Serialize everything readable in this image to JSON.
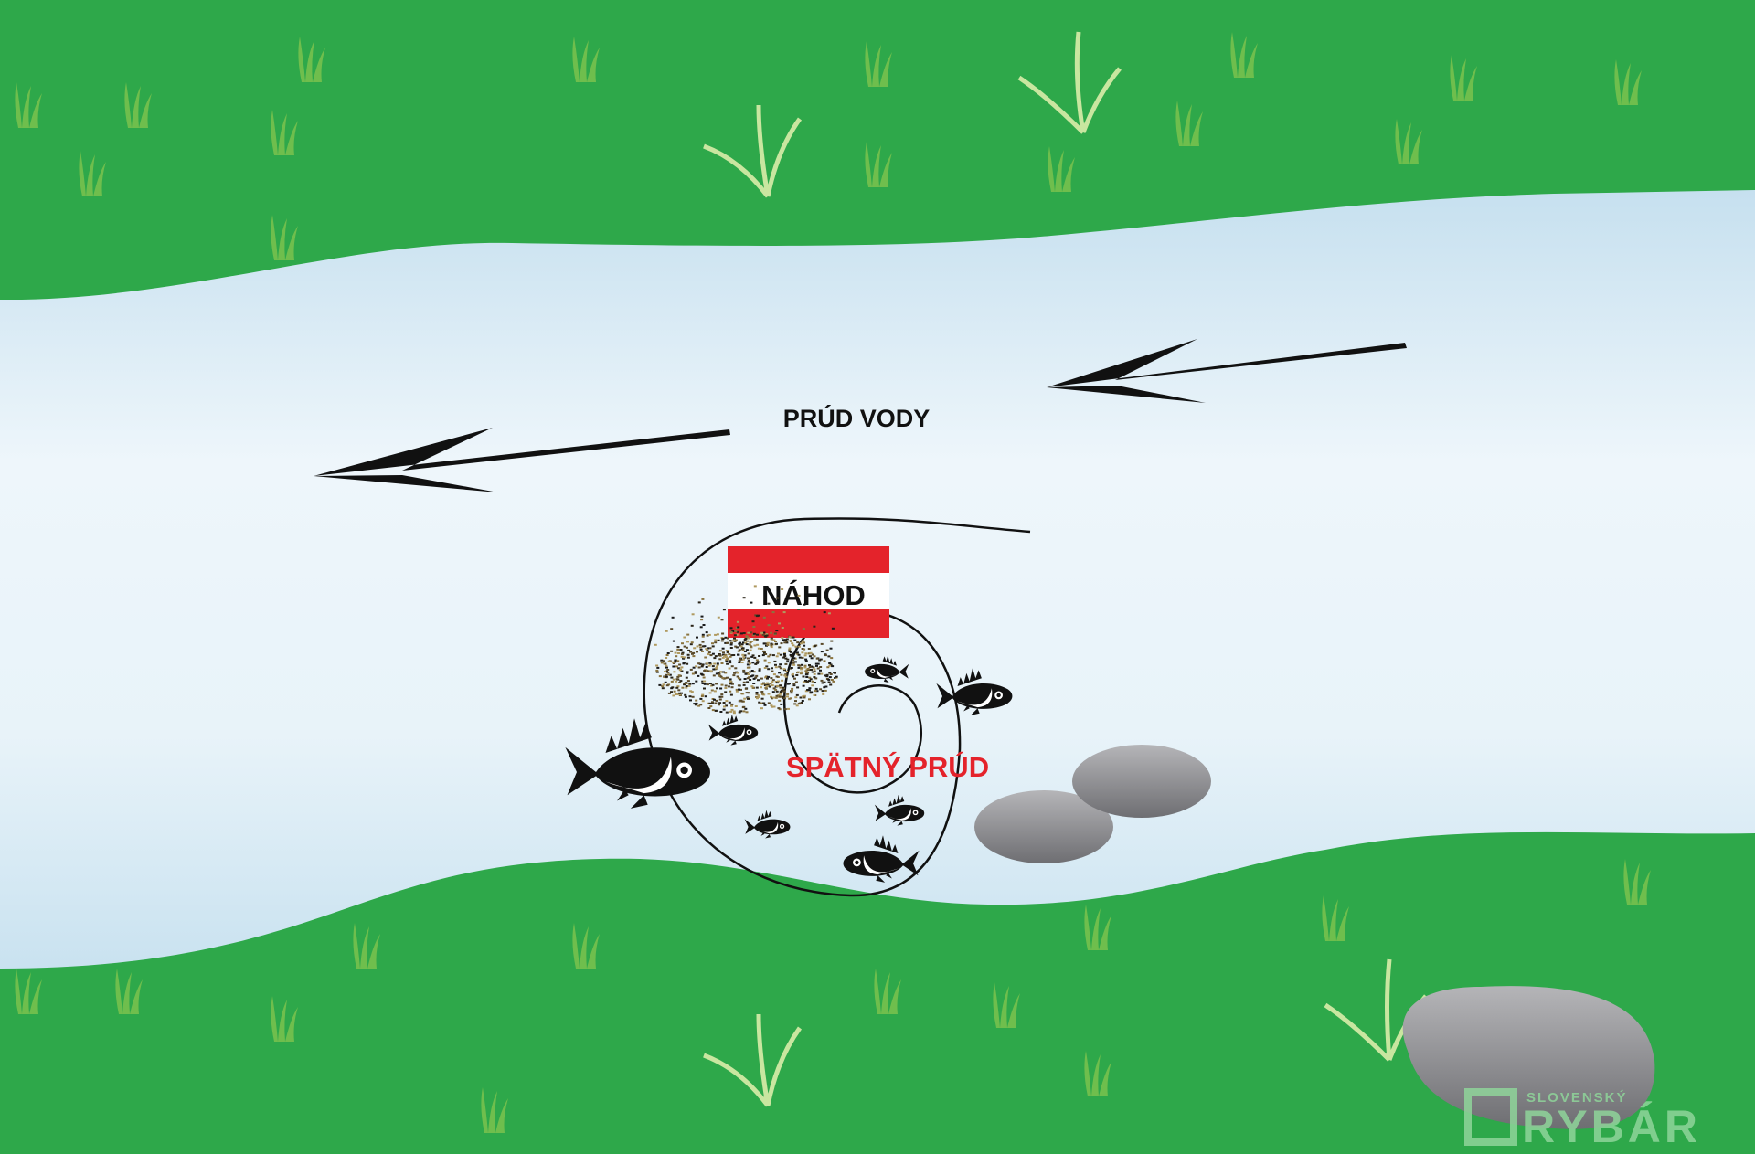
{
  "labels": {
    "current": "PRÚD VODY",
    "cast": "NÁHOD",
    "backflow": "SPÄTNÝ PRÚD"
  },
  "logo": {
    "small": "SLOVENSKÝ",
    "big": "RYBÁR"
  },
  "colors": {
    "grass": "#2ea84a",
    "water": "#e6f2f9",
    "water_edge": "#c8e2f0",
    "accent_red": "#e4232b",
    "stone": "#8c8c8f"
  }
}
